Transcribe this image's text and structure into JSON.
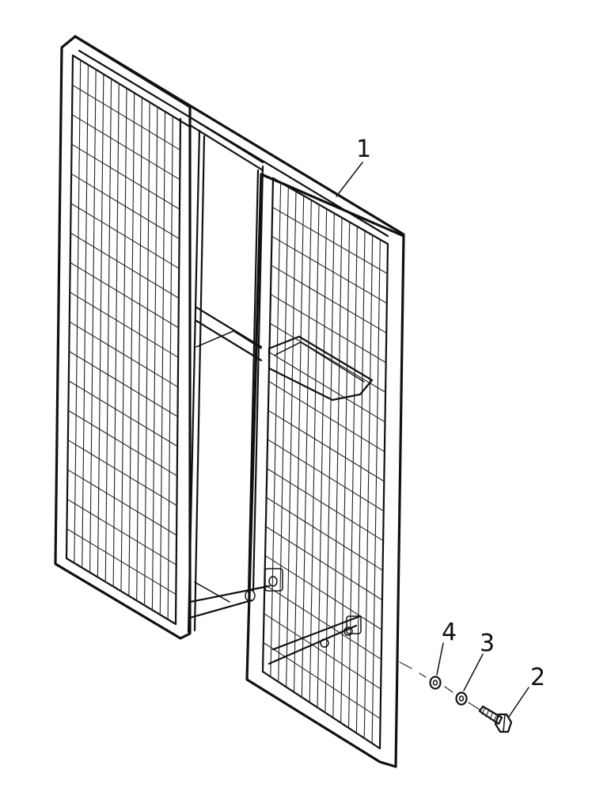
{
  "diagram": {
    "parts": [
      {
        "id": "1",
        "label": "1",
        "component": "guard-frame"
      },
      {
        "id": "2",
        "label": "2",
        "component": "bolt"
      },
      {
        "id": "3",
        "label": "3",
        "component": "washer"
      },
      {
        "id": "4",
        "label": "4",
        "component": "washer"
      }
    ],
    "colors": {
      "line": "#111111",
      "background": "#ffffff"
    }
  }
}
